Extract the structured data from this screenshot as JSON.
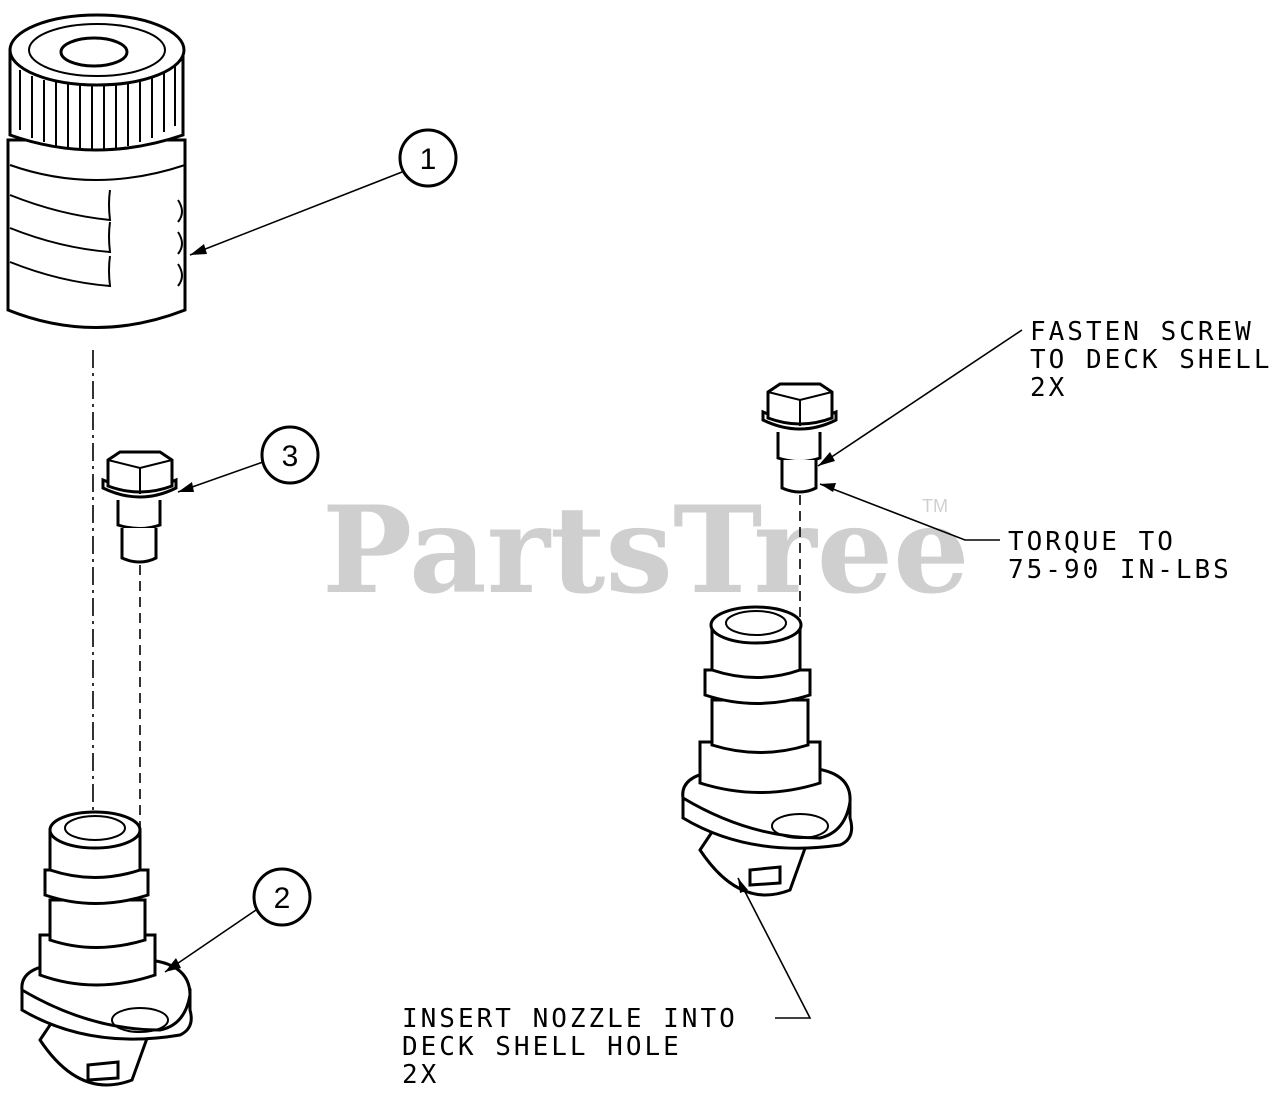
{
  "watermark": {
    "brand": "PartsTree",
    "trademark": "TM"
  },
  "callouts": [
    {
      "number": "1",
      "part": "nozzle cap"
    },
    {
      "number": "2",
      "part": "nozzle"
    },
    {
      "number": "3",
      "part": "screw"
    }
  ],
  "notes": {
    "fasten": [
      "FASTEN SCREW",
      "TO DECK SHELL",
      "2X"
    ],
    "torque": [
      "TORQUE TO",
      "75-90 IN-LBS"
    ],
    "insert": [
      "INSERT NOZZLE INTO",
      "DECK SHELL HOLE",
      "2X"
    ]
  }
}
